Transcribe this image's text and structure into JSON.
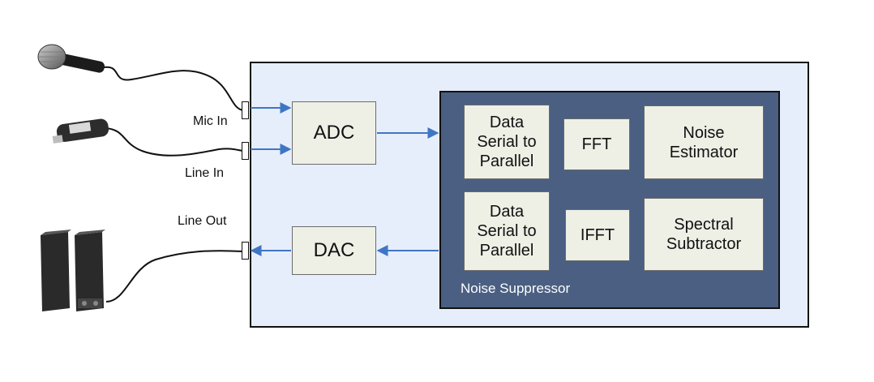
{
  "ports": {
    "mic_in": "Mic In",
    "line_in": "Line In",
    "line_out": "Line Out"
  },
  "blocks": {
    "adc": "ADC",
    "dac": "DAC",
    "serial_to_parallel_1": "Data\nSerial to\nParallel",
    "fft": "FFT",
    "noise_estimator": "Noise\nEstimator",
    "serial_to_parallel_2": "Data\nSerial to\nParallel",
    "ifft": "IFFT",
    "spectral_subtractor": "Spectral\nSubtractor"
  },
  "noise_suppressor": {
    "label": "Noise Suppressor"
  },
  "devices": {
    "microphone": "microphone-icon",
    "mp3_player": "mp3-player-icon",
    "speakers": "speakers-icon"
  },
  "colors": {
    "board": "#e6eefc",
    "suppressor": "#4a5f82",
    "block": "#eef0e6",
    "arrow": "#3f76c4"
  }
}
